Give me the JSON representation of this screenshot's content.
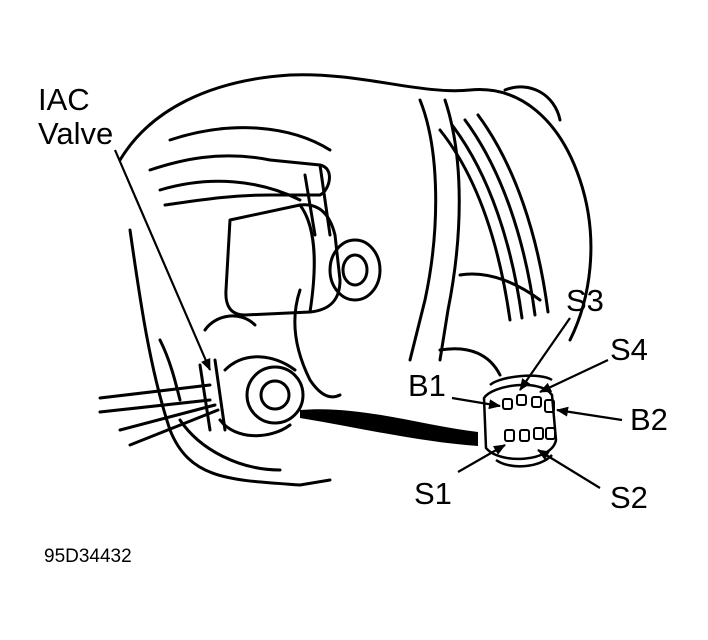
{
  "figure": {
    "id_code": "95D34432",
    "labels": {
      "iac_line1": "IAC",
      "iac_line2": "Valve",
      "s1": "S1",
      "s2": "S2",
      "s3": "S3",
      "s4": "S4",
      "b1": "B1",
      "b2": "B2"
    }
  },
  "colors": {
    "ink": "#000000",
    "paper": "#ffffff"
  }
}
